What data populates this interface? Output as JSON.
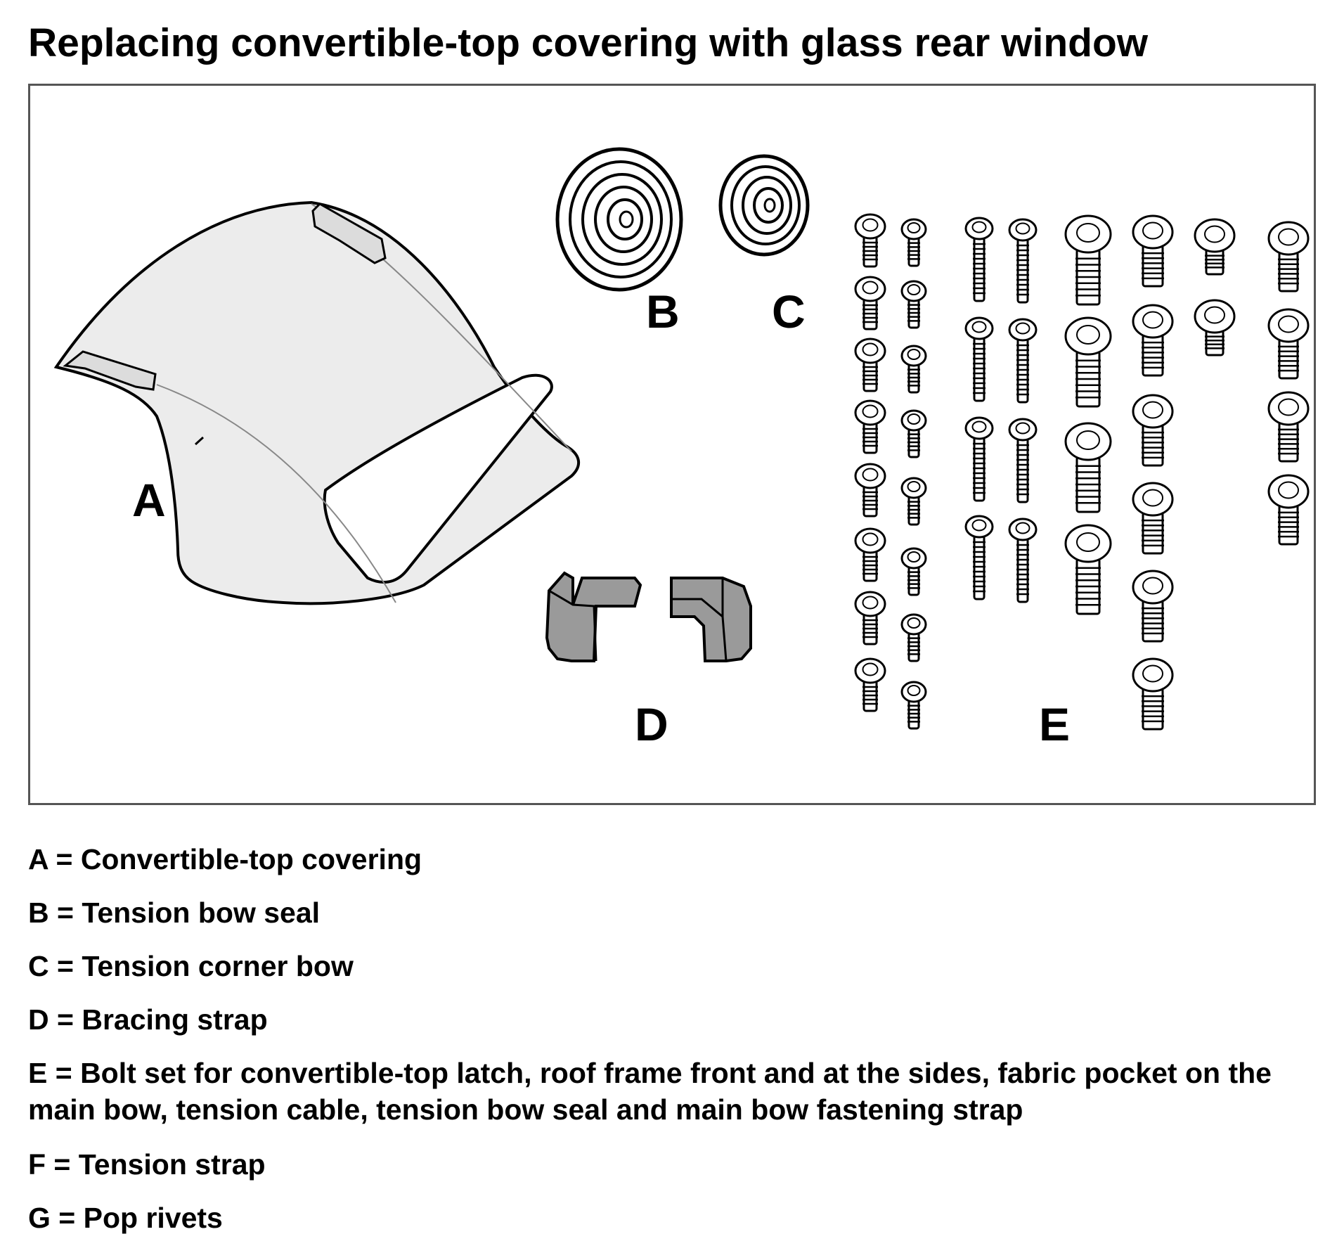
{
  "title": "Replacing convertible-top covering with glass rear window",
  "diagram": {
    "labels": {
      "a": "A",
      "b": "B",
      "c": "C",
      "d": "D",
      "e": "E"
    },
    "colors": {
      "part_fill": "#ececec",
      "strap_fill": "#9a9a9a",
      "outline": "#000000",
      "frame_border": "#555555"
    }
  },
  "legend": [
    {
      "text": "A = Convertible-top covering"
    },
    {
      "text": "B = Tension bow seal"
    },
    {
      "text": "C = Tension corner bow"
    },
    {
      "text": "D = Bracing strap"
    },
    {
      "text": "E = Bolt set for convertible-top latch, roof frame front and at the sides, fabric pocket on the main bow, tension cable, tension bow seal and main bow fastening strap"
    },
    {
      "text": "F = Tension strap"
    },
    {
      "text": "G = Pop rivets"
    }
  ]
}
